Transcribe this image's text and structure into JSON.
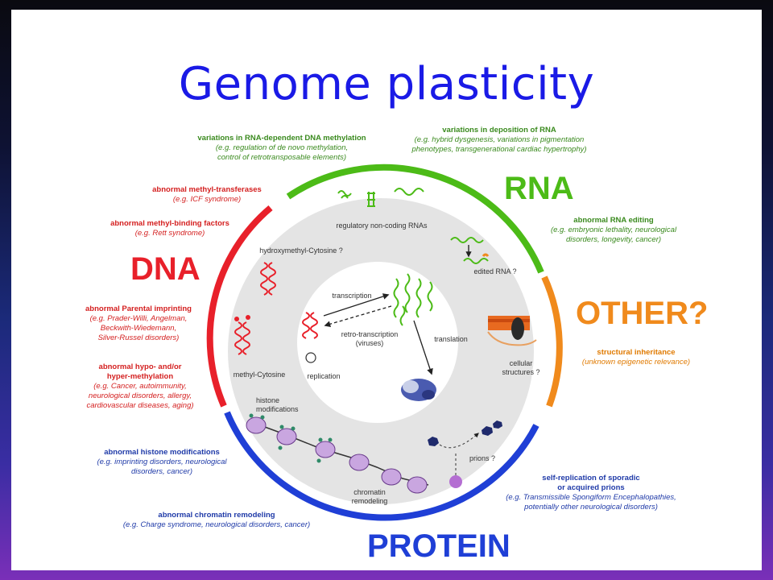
{
  "slide": {
    "title": "Genome plasticity"
  },
  "quadrants": {
    "rna": "RNA",
    "dna": "DNA",
    "other": "OTHER?",
    "protein": "PROTEIN"
  },
  "annotations": {
    "rna_methylation": {
      "heading": "variations in RNA-dependent DNA methylation",
      "example": "(e.g. regulation of de novo methylation,\ncontrol of retrotransposable elements)"
    },
    "rna_deposition": {
      "heading": "variations in deposition of RNA",
      "example": "(e.g. hybrid dysgenesis, variations in pigmentation\nphenotypes, transgenerational cardiac hypertrophy)"
    },
    "methyl_transferases": {
      "heading": "abnormal methyl-transferases",
      "example": "(e.g. ICF syndrome)"
    },
    "methyl_binding": {
      "heading": "abnormal methyl-binding factors",
      "example": "(e.g. Rett syndrome)"
    },
    "rna_editing": {
      "heading": "abnormal RNA editing",
      "example": "(e.g. embryonic lethality, neurological\ndisorders, longevity, cancer)"
    },
    "parental_imprinting": {
      "heading": "abnormal Parental imprinting",
      "example": "(e.g. Prader-Willi, Angelman,\nBeckwith-Wiedemann,\nSilver-Russel disorders)"
    },
    "structural_inheritance": {
      "heading": "structural inheritance",
      "example": "(unknown epigenetic relevance)"
    },
    "hyper_methylation": {
      "heading": "abnormal hypo- and/or\nhyper-methylation",
      "example": "(e.g. Cancer, autoimmunity,\nneurological disorders, allergy,\ncardiovascular diseases, aging)"
    },
    "histone_mods": {
      "heading": "abnormal histone modifications",
      "example": "(e.g. imprinting disorders, neurological\ndisorders, cancer)"
    },
    "prions": {
      "heading": "self-replication of sporadic\nor acquired prions",
      "example": "(e.g. Transmissible Spongiform Encephalopathies,\npotentially other neurological disorders)"
    },
    "chromatin": {
      "heading": "abnormal chromatin remodeling",
      "example": "(e.g. Charge syndrome, neurological disorders, cancer)"
    }
  },
  "inner_labels": {
    "ncrna": "regulatory non-coding RNAs",
    "hydroxymethyl": "hydroxymethyl-Cytosine ?",
    "edited_rna": "edited RNA ?",
    "transcription": "transcription",
    "retro": "retro-transcription\n(viruses)",
    "translation": "translation",
    "replication": "replication",
    "methyl_cytosine": "methyl-Cytosine",
    "cellular": "cellular\nstructures ?",
    "histone": "histone\nmodifications",
    "chromatin": "chromatin\nremodeling",
    "prions": "prions ?"
  },
  "colors": {
    "rna": "#4cbb17",
    "dna": "#e8202a",
    "other": "#f08a1c",
    "protein": "#1f3fd6",
    "title": "#1a1ae6",
    "circle_fill": "#e4e4e4"
  }
}
